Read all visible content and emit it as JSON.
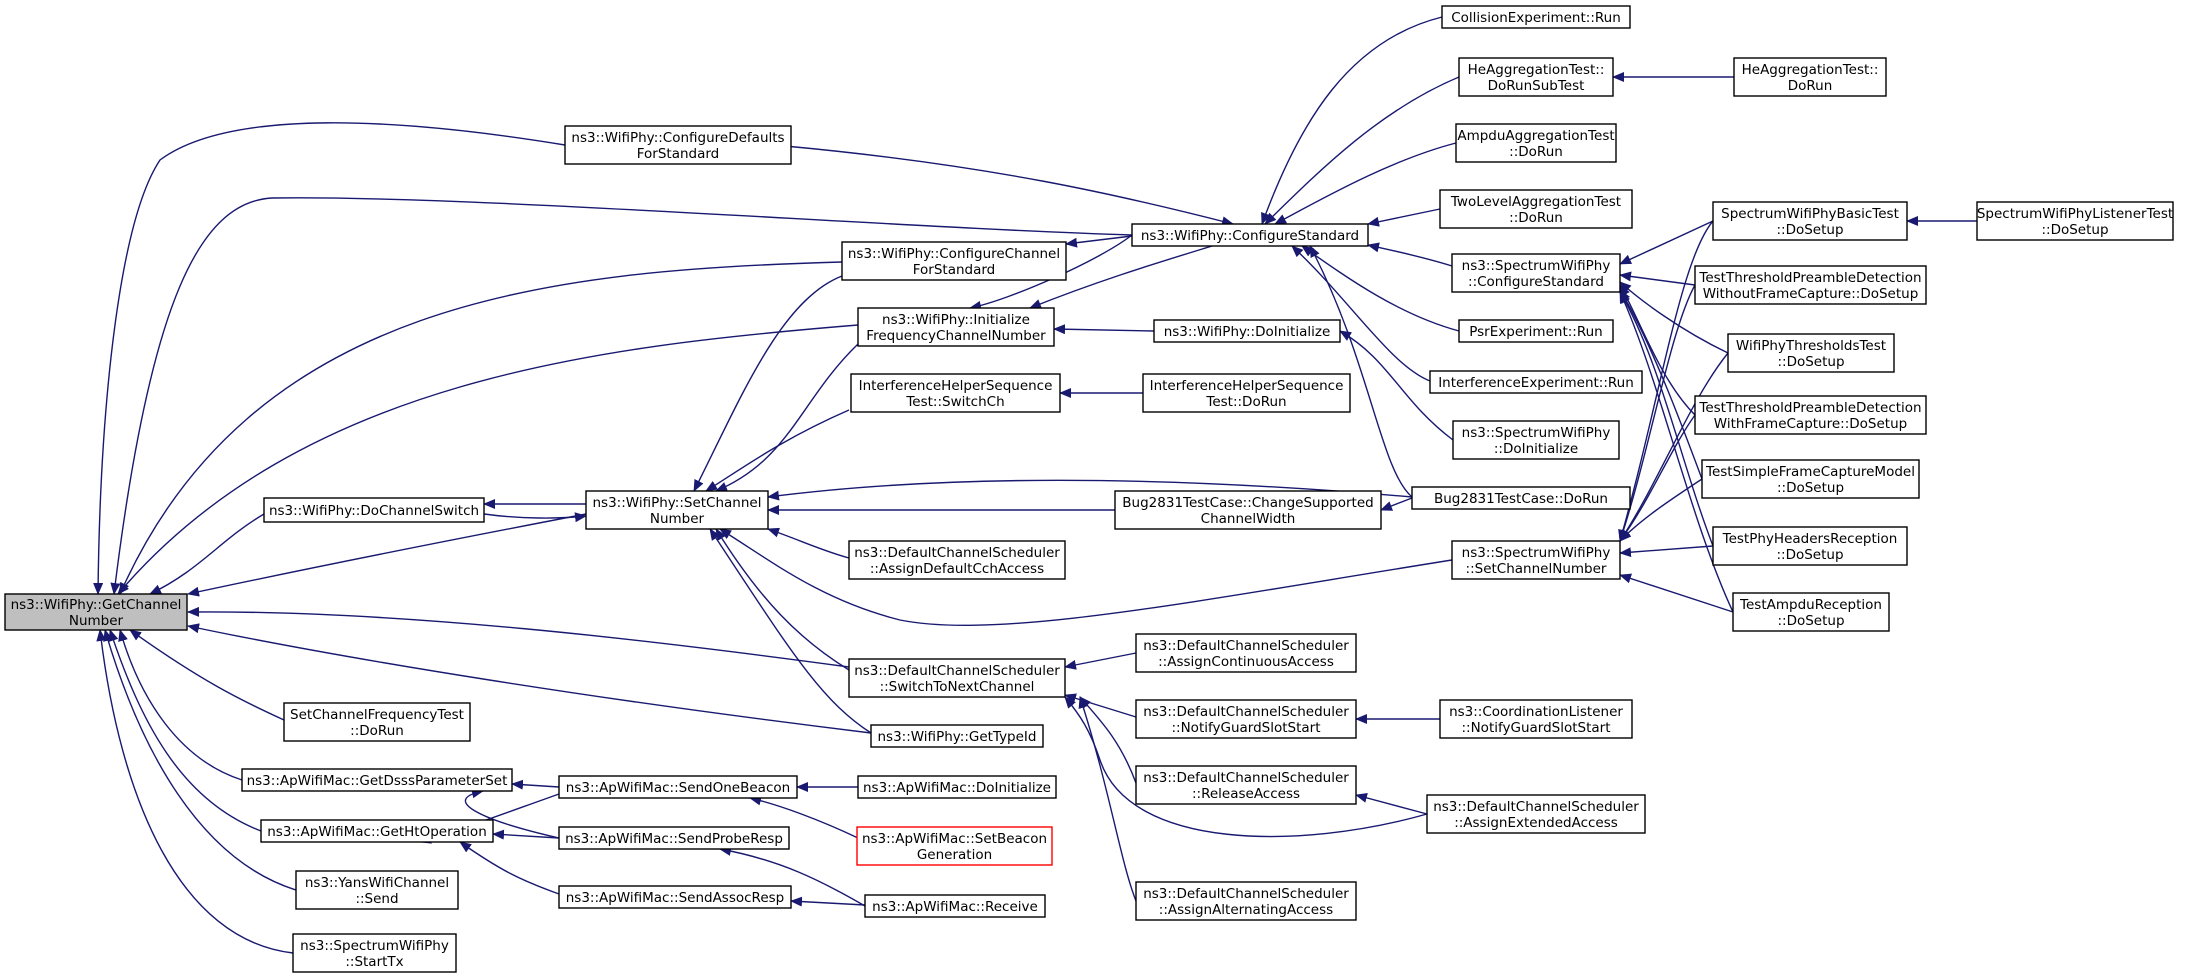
{
  "colors": {
    "edge": "#191970",
    "root_fill": "#bfbfbf",
    "node_border": "#000000",
    "warn_border": "#ff0000",
    "background": "#ffffff"
  },
  "nodes": {
    "root": [
      "ns3::WifiPhy::GetChannel",
      "Number"
    ],
    "cfgDefaults": [
      "ns3::WifiPhy::ConfigureDefaults",
      "ForStandard"
    ],
    "cfgChannel": [
      "ns3::WifiPhy::ConfigureChannel",
      "ForStandard"
    ],
    "initFreq": [
      "ns3::WifiPhy::Initialize",
      "FrequencyChannelNumber"
    ],
    "ihsSwitch": [
      "InterferenceHelperSequence",
      "Test::SwitchCh"
    ],
    "doChanSwitch": [
      "ns3::WifiPhy::DoChannelSwitch"
    ],
    "setChannel": [
      "ns3::WifiPhy::SetChannel",
      "Number"
    ],
    "assignDefault": [
      "ns3::DefaultChannelScheduler",
      "::AssignDefaultCchAccess"
    ],
    "switchNext": [
      "ns3::DefaultChannelScheduler",
      "::SwitchToNextChannel"
    ],
    "getTypeId": [
      "ns3::WifiPhy::GetTypeId"
    ],
    "setFreqTest": [
      "SetChannelFrequencyTest",
      "::DoRun"
    ],
    "getDsss": [
      "ns3::ApWifiMac::GetDsssParameterSet"
    ],
    "getHt": [
      "ns3::ApWifiMac::GetHtOperation"
    ],
    "yansSend": [
      "ns3::YansWifiChannel",
      "::Send"
    ],
    "specStartTx": [
      "ns3::SpectrumWifiPhy",
      "::StartTx"
    ],
    "sendBeacon": [
      "ns3::ApWifiMac::SendOneBeacon"
    ],
    "sendProbe": [
      "ns3::ApWifiMac::SendProbeResp"
    ],
    "sendAssoc": [
      "ns3::ApWifiMac::SendAssocResp"
    ],
    "apDoInit": [
      "ns3::ApWifiMac::DoInitialize"
    ],
    "setBeaconGen": [
      "ns3::ApWifiMac::SetBeacon",
      "Generation"
    ],
    "apReceive": [
      "ns3::ApWifiMac::Receive"
    ],
    "cfgStandard": [
      "ns3::WifiPhy::ConfigureStandard"
    ],
    "phyDoInit": [
      "ns3::WifiPhy::DoInitialize"
    ],
    "ihsDoRun": [
      "InterferenceHelperSequence",
      "Test::DoRun"
    ],
    "bugChange": [
      "Bug2831TestCase::ChangeSupported",
      "ChannelWidth"
    ],
    "assignCont": [
      "ns3::DefaultChannelScheduler",
      "::AssignContinuousAccess"
    ],
    "notifyGuard": [
      "ns3::DefaultChannelScheduler",
      "::NotifyGuardSlotStart"
    ],
    "releaseAccess": [
      "ns3::DefaultChannelScheduler",
      "::ReleaseAccess"
    ],
    "assignAlt": [
      "ns3::DefaultChannelScheduler",
      "::AssignAlternatingAccess"
    ],
    "collision": [
      "CollisionExperiment::Run"
    ],
    "heSub": [
      "HeAggregationTest::",
      "DoRunSubTest"
    ],
    "heDoRun": [
      "HeAggregationTest::",
      "DoRun"
    ],
    "ampduAgg": [
      "AmpduAggregationTest",
      "::DoRun"
    ],
    "twoLevel": [
      "TwoLevelAggregationTest",
      "::DoRun"
    ],
    "specCfg": [
      "ns3::SpectrumWifiPhy",
      "::ConfigureStandard"
    ],
    "psr": [
      "PsrExperiment::Run"
    ],
    "interfExp": [
      "InterferenceExperiment::Run"
    ],
    "specDoInit": [
      "ns3::SpectrumWifiPhy",
      "::DoInitialize"
    ],
    "bugDoRun": [
      "Bug2831TestCase::DoRun"
    ],
    "specSetChan": [
      "ns3::SpectrumWifiPhy",
      "::SetChannelNumber"
    ],
    "coordNotify": [
      "ns3::CoordinationListener",
      "::NotifyGuardSlotStart"
    ],
    "assignExt": [
      "ns3::DefaultChannelScheduler",
      "::AssignExtendedAccess"
    ],
    "specBasic": [
      "SpectrumWifiPhyBasicTest",
      "::DoSetup"
    ],
    "specListener": [
      "SpectrumWifiPhyListenerTest",
      "::DoSetup"
    ],
    "threshWithout": [
      "TestThresholdPreambleDetection",
      "WithoutFrameCapture::DoSetup"
    ],
    "wifiThresh": [
      "WifiPhyThresholdsTest",
      "::DoSetup"
    ],
    "threshWith": [
      "TestThresholdPreambleDetection",
      "WithFrameCapture::DoSetup"
    ],
    "simpleCapture": [
      "TestSimpleFrameCaptureModel",
      "::DoSetup"
    ],
    "phyHeaders": [
      "TestPhyHeadersReception",
      "::DoSetup"
    ],
    "ampduRecv": [
      "TestAmpduReception",
      "::DoSetup"
    ]
  }
}
